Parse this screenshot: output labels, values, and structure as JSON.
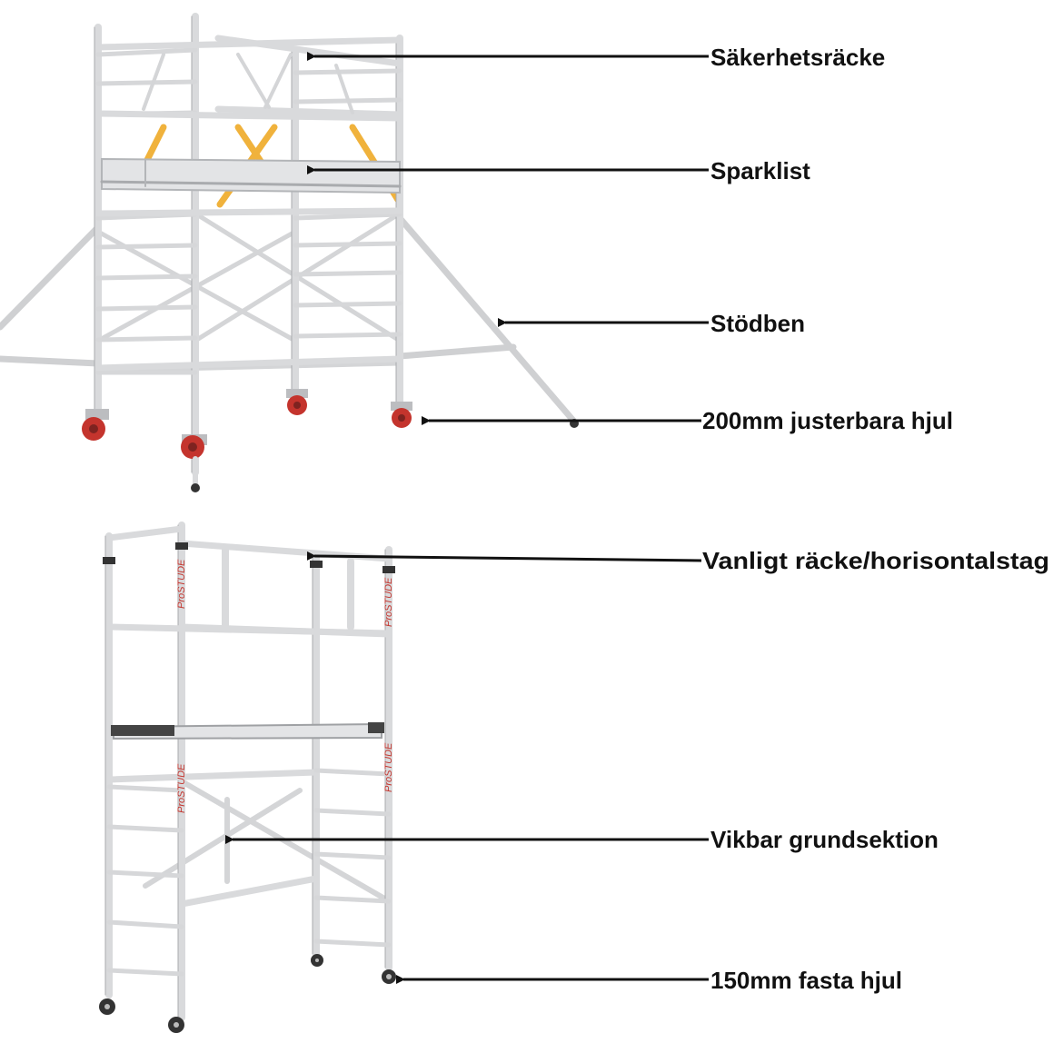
{
  "callouts": [
    {
      "id": "sakerhetsracke",
      "label": "Säkerhetsräcke"
    },
    {
      "id": "sparklist",
      "label": "Sparklist"
    },
    {
      "id": "stodben",
      "label": "Stödben"
    },
    {
      "id": "justerbara-hjul",
      "label": "200mm justerbara hjul"
    },
    {
      "id": "vanligt-racke",
      "label": "Vanligt räcke/horisontalstag"
    },
    {
      "id": "vikbar-grundsektion",
      "label": "Vikbar grundsektion"
    },
    {
      "id": "fasta-hjul",
      "label": "150mm fasta hjul"
    }
  ],
  "brand": {
    "name": "ProSTUDE"
  },
  "colors": {
    "frame": "#d9dadc",
    "frame_edge": "#a9abae",
    "brace_yellow": "#f0b23c",
    "wheel_red": "#c4342d",
    "wheel_dark": "#333333",
    "arrow": "#111111",
    "text": "#111111"
  }
}
